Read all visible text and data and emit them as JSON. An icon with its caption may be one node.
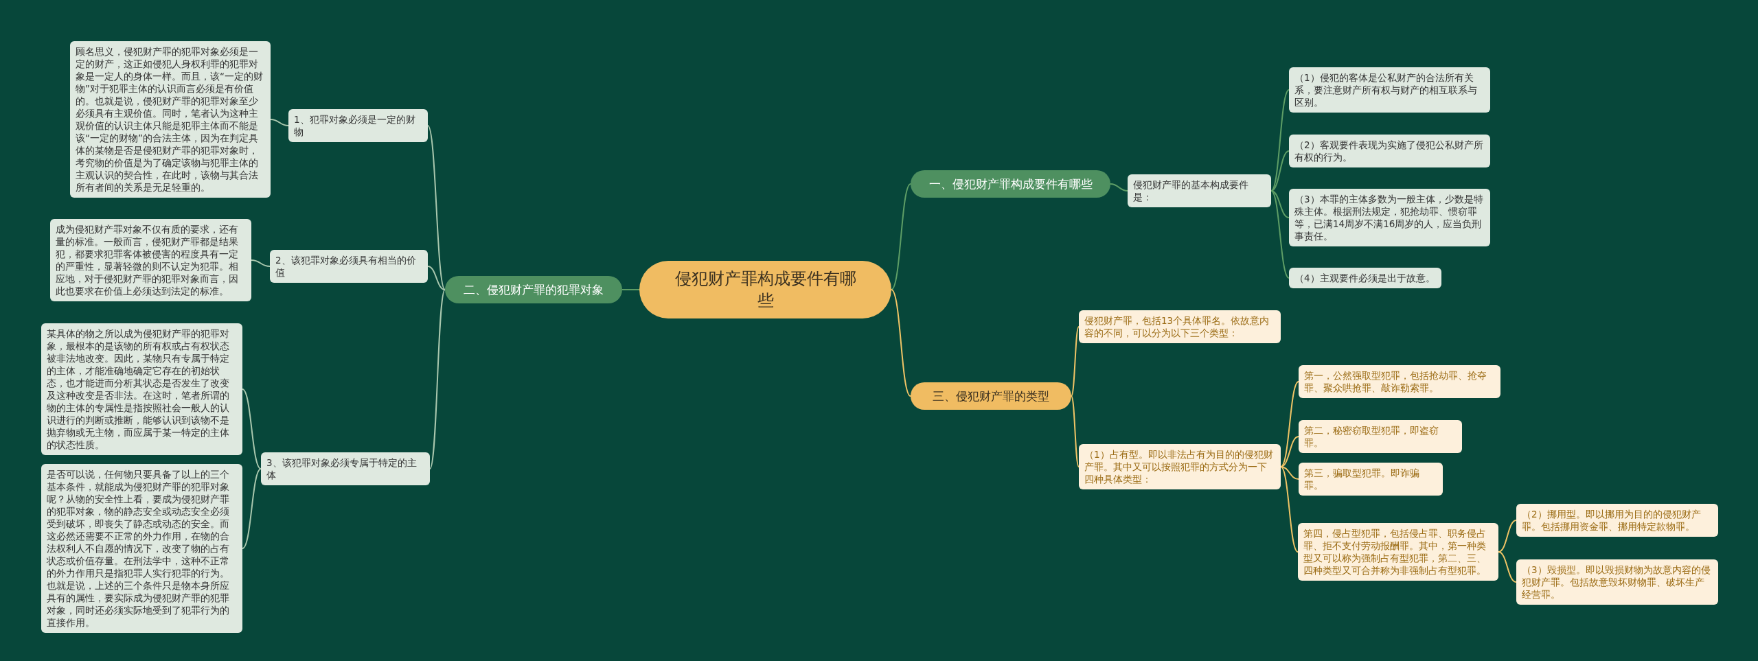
{
  "diagram": {
    "nodes": [
      {
        "text": [
          "侵犯财产罪构成要件有哪些"
        ]
      },
      {
        "text": [
          "一、侵犯财产罪构成要件有哪些"
        ]
      },
      {
        "text": [
          "侵犯财产罪的基本构成要件是："
        ]
      },
      {
        "text": [
          "（1）侵犯的客体是公私财产的合法所有关系，要注意财产所有权与财产的相互联系与区别。"
        ]
      },
      {
        "text": [
          "（2）客观要件表现为实施了侵犯公私财产所有权的行为。"
        ]
      },
      {
        "text": [
          "（3）本罪的主体多数为一般主体，少数是特殊主体。根据刑法规定，犯抢劫罪、惯窃罪等，已满14周岁不满16周岁的人，应当负刑事责任。"
        ]
      },
      {
        "text": [
          "（4）主观要件必须是出于故意。"
        ]
      },
      {
        "text": [
          "二、侵犯财产罪的犯罪对象"
        ]
      },
      {
        "text": [
          "1、犯罪对象必须是一定的财物"
        ]
      },
      {
        "text": [
          "顾名思义，侵犯财产罪的犯罪对象必须是一定的财产，这正如侵犯人身权利罪的犯罪对象是一定人的身体一样。而且，该“一定的财物”对于犯罪主体的认识而言必须是有价值的。也就是说，侵犯财产罪的犯罪对象至少必须具有主观价值。同时，笔者认为这种主观价值的认识主体只能是犯罪主体而不能是该“一定的财物”的合法主体，因为在判定具体的某物是否是侵犯财产罪的犯罪对象时，考究物的价值是为了确定该物与犯罪主体的主观认识的契合性，在此时，该物与其合法所有者间的关系是无足轻重的。"
        ]
      },
      {
        "text": [
          "2、该犯罪对象必须具有相当的价值"
        ]
      },
      {
        "text": [
          "成为侵犯财产罪对象不仅有质的要求，还有量的标准。一般而言，侵犯财产罪都是结果犯，都要求犯罪客体被侵害的程度具有一定的严重性，显著轻微的则不认定为犯罪。相应地，对于侵犯财产罪的犯罪对象而言，因此也要求在价值上必须达到法定的标准。"
        ]
      },
      {
        "text": [
          "3、该犯罪对象必须专属于特定的主体"
        ]
      },
      {
        "text": [
          "某具体的物之所以成为侵犯财产罪的犯罪对象，最根本的是该物的所有权或占有权状态被非法地改变。因此，某物只有专属于特定的主体，才能准确地确定它存在的初始状态，也才能进而分析其状态是否发生了改变及这种改变是否非法。在这时，笔者所谓的物的主体的专属性是指按照社会一般人的认识进行的判断或推断，能够认识到该物不是抛弃物或无主物，而应属于某一特定的主体的状态性质。"
        ]
      },
      {
        "text": [
          "是否可以说，任何物只要具备了以上的三个基本条件，就能成为侵犯财产罪的犯罪对象呢？从物的安全性上看，要成为侵犯财产罪的犯罪对象，物的静态安全或动态安全必须受到破坏，即丧失了静态或动态的安全。而这必然还需要不正常的外力作用，在物的合法权利人不自愿的情况下，改变了物的占有状态或价值存量。在刑法学中，这种不正常的外力作用只是指犯罪人实行犯罪的行为。也就是说，上述的三个条件只是物本身所应具有的属性，要实际成为侵犯财产罪的犯罪对象，同时还必须实际地受到了犯罪行为的直接作用。"
        ]
      },
      {
        "text": [
          "三、侵犯财产罪的类型"
        ]
      },
      {
        "text": [
          "侵犯财产罪，包括13个具体罪名。依故意内容的不同，可以分为以下三个类型："
        ]
      },
      {
        "text": [
          "（1）占有型。即以非法占有为目的的侵犯财产罪。其中又可以按照犯罪的方式分为一下四种具体类型："
        ]
      },
      {
        "text": [
          "第一，公然强取型犯罪，包括抢劫罪、抢夺罪、聚众哄抢罪、敲诈勒索罪。"
        ]
      },
      {
        "text": [
          "第二，秘密窃取型犯罪，即盗窃罪。"
        ]
      },
      {
        "text": [
          "第三，骗取型犯罪。即诈骗罪。"
        ]
      },
      {
        "text": [
          "第四，侵占型犯罪，包括侵占罪、职务侵占罪、拒不支付劳动报酬罪。其中，第一种类型又可以称为强制占有型犯罪，第二、三、四种类型又可合并称为非强制占有型犯罪。"
        ]
      },
      {
        "text": [
          "（2）挪用型。即以挪用为目的的侵犯财产罪。包括挪用资金罪、挪用特定款物罪。"
        ]
      },
      {
        "text": [
          "（3）毁损型。即以毁损财物为故意内容的侵犯财产罪。包括故意毁坏财物罪、破坏生产经营罪。"
        ]
      }
    ],
    "edges": [
      {
        "from": 0,
        "to": 1,
        "arrow": "none",
        "color": "#5e9e66"
      },
      {
        "from": 1,
        "to": 2,
        "arrow": "none",
        "color": "#5e9e66"
      },
      {
        "from": 2,
        "to": 3,
        "arrow": "none",
        "color": "#5e9e66"
      },
      {
        "from": 2,
        "to": 4,
        "arrow": "none",
        "color": "#5e9e66"
      },
      {
        "from": 2,
        "to": 5,
        "arrow": "none",
        "color": "#5e9e66"
      },
      {
        "from": 2,
        "to": 6,
        "arrow": "none",
        "color": "#5e9e66"
      },
      {
        "from": 0,
        "to": 7,
        "arrow": "none",
        "color": "#5e9e66"
      },
      {
        "from": 7,
        "to": 8,
        "arrow": "none",
        "color": "#a9c7ae"
      },
      {
        "from": 8,
        "to": 9,
        "arrow": "none",
        "color": "#a9c7ae"
      },
      {
        "from": 7,
        "to": 10,
        "arrow": "none",
        "color": "#a9c7ae"
      },
      {
        "from": 10,
        "to": 11,
        "arrow": "none",
        "color": "#a9c7ae"
      },
      {
        "from": 7,
        "to": 12,
        "arrow": "none",
        "color": "#a9c7ae"
      },
      {
        "from": 12,
        "to": 13,
        "arrow": "none",
        "color": "#a9c7ae"
      },
      {
        "from": 12,
        "to": 14,
        "arrow": "none",
        "color": "#a9c7ae"
      },
      {
        "from": 0,
        "to": 15,
        "arrow": "none",
        "color": "#f0c466"
      },
      {
        "from": 15,
        "to": 16,
        "arrow": "none",
        "color": "#f0c466"
      },
      {
        "from": 15,
        "to": 17,
        "arrow": "none",
        "color": "#f0c466"
      },
      {
        "from": 17,
        "to": 18,
        "arrow": "none",
        "color": "#f0c466"
      },
      {
        "from": 17,
        "to": 19,
        "arrow": "none",
        "color": "#f0c466"
      },
      {
        "from": 17,
        "to": 20,
        "arrow": "none",
        "color": "#f0c466"
      },
      {
        "from": 17,
        "to": 21,
        "arrow": "none",
        "color": "#f0c466"
      },
      {
        "from": 21,
        "to": 22,
        "arrow": "none",
        "color": "#f0c466"
      },
      {
        "from": 21,
        "to": 23,
        "arrow": "none",
        "color": "#f0c466"
      }
    ]
  }
}
